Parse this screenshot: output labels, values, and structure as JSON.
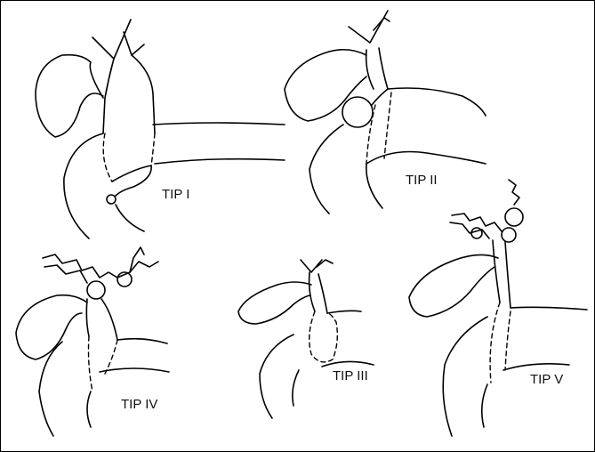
{
  "labels": {
    "tip1": "TIP I",
    "tip2": "TIP II",
    "tip3": "TIP III",
    "tip4": "TIP IV",
    "tip5": "TIP V"
  }
}
